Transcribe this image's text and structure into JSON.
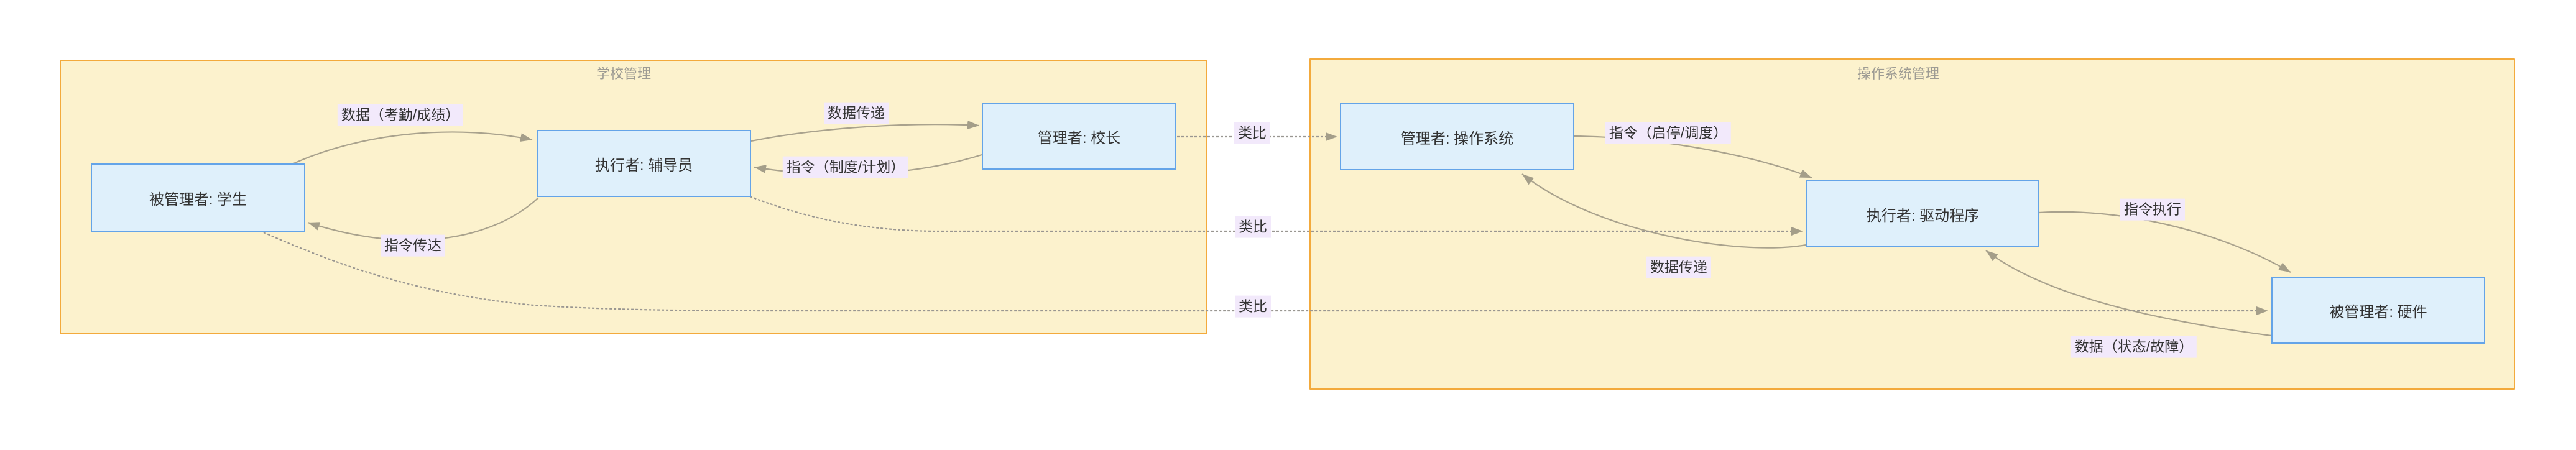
{
  "diagram": {
    "clusters": [
      {
        "id": "school-management",
        "title": "学校管理"
      },
      {
        "id": "os-management",
        "title": "操作系统管理"
      }
    ],
    "nodes": [
      {
        "id": "student",
        "label": "被管理者: 学生",
        "cluster": "学校管理"
      },
      {
        "id": "counselor",
        "label": "执行者: 辅导员",
        "cluster": "学校管理"
      },
      {
        "id": "principal",
        "label": "管理者: 校长",
        "cluster": "学校管理"
      },
      {
        "id": "operating-system",
        "label": "管理者: 操作系统",
        "cluster": "操作系统管理"
      },
      {
        "id": "driver",
        "label": "执行者: 驱动程序",
        "cluster": "操作系统管理"
      },
      {
        "id": "hardware",
        "label": "被管理者: 硬件",
        "cluster": "操作系统管理"
      }
    ],
    "edges": [
      {
        "from": "被管理者: 学生",
        "to": "执行者: 辅导员",
        "label": "数据（考勤/成绩）",
        "style": "solid"
      },
      {
        "from": "执行者: 辅导员",
        "to": "被管理者: 学生",
        "label": "指令传达",
        "style": "solid"
      },
      {
        "from": "执行者: 辅导员",
        "to": "管理者: 校长",
        "label": "数据传递",
        "style": "solid"
      },
      {
        "from": "管理者: 校长",
        "to": "执行者: 辅导员",
        "label": "指令（制度/计划）",
        "style": "solid"
      },
      {
        "from": "管理者: 操作系统",
        "to": "执行者: 驱动程序",
        "label": "指令（启停/调度）",
        "style": "solid"
      },
      {
        "from": "执行者: 驱动程序",
        "to": "管理者: 操作系统",
        "label": "数据传递",
        "style": "solid"
      },
      {
        "from": "执行者: 驱动程序",
        "to": "被管理者: 硬件",
        "label": "指令执行",
        "style": "solid"
      },
      {
        "from": "被管理者: 硬件",
        "to": "执行者: 驱动程序",
        "label": "数据（状态/故障）",
        "style": "solid"
      },
      {
        "from": "管理者: 校长",
        "to": "管理者: 操作系统",
        "label": "类比",
        "style": "dotted"
      },
      {
        "from": "执行者: 辅导员",
        "to": "执行者: 驱动程序",
        "label": "类比",
        "style": "dotted"
      },
      {
        "from": "被管理者: 学生",
        "to": "被管理者: 硬件",
        "label": "类比",
        "style": "dotted"
      }
    ]
  },
  "palette": {
    "canvas_bg": "#ffffff",
    "cluster_fill": "#FCF2CD",
    "cluster_border": "#F3AA3C",
    "node_fill": "#DFF0FB",
    "node_border": "#64A4E8",
    "label_bg": "#F2E9FB",
    "edge_color": "#A9A28D",
    "arrow_color": "#A49E89",
    "dotted_color": "#999691",
    "title_color": "#9E9C94",
    "text_color": "#333333"
  }
}
